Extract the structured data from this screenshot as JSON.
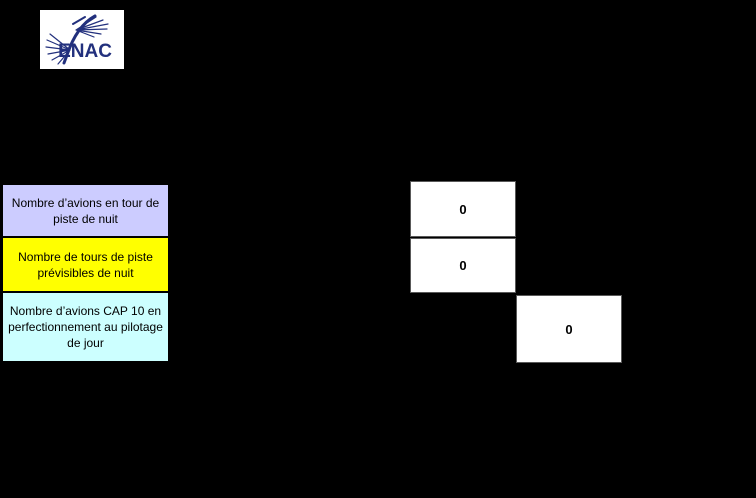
{
  "slide": {
    "background_color": "#000000"
  },
  "logo": {
    "text": "ENAC",
    "text_color": "#22307d",
    "background_color": "#ffffff"
  },
  "indicators": [
    {
      "label": "Nombre d’avions en tour de piste de nuit",
      "value": "0",
      "label_background": "#ccccff"
    },
    {
      "label": "Nombre de tours de piste prévisibles de nuit",
      "value": "0",
      "label_background": "#ffff00"
    },
    {
      "label": "Nombre d’avions CAP 10 en perfectionnement au pilotage de jour",
      "value": "0",
      "label_background": "#ccffff"
    }
  ],
  "colors": {
    "label_border": "#000000",
    "value_cell_border": "#595959",
    "value_cell_background": "#ffffff",
    "logo_blue": "#22307d"
  }
}
